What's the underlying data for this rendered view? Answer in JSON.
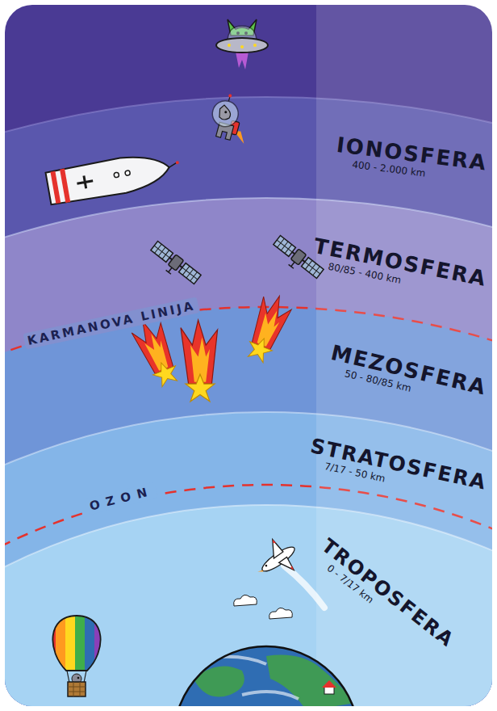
{
  "diagram": {
    "nodes": [
      {
        "text": [
          "IONOSFERA",
          "400 - 2.000 km"
        ]
      },
      {
        "text": [
          "TERMOSFERA",
          "80/85 - 400 km"
        ]
      },
      {
        "text": [
          "MEZOSFERA",
          "50 - 80/85 km"
        ]
      },
      {
        "text": [
          "STRATOSFERA",
          "7/17 - 50 km"
        ]
      },
      {
        "text": [
          "TROPOSFERA",
          "0 - 7/17 km"
        ]
      }
    ],
    "labels": [
      "KARMANOVA LINIJA",
      "OZON"
    ]
  }
}
